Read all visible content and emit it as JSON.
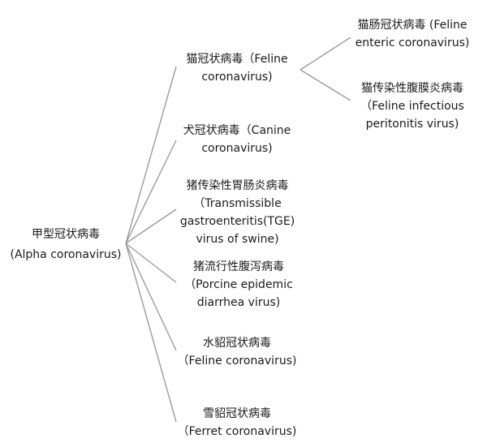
{
  "root": {
    "name": "甲型冠状病毒",
    "latin": "(Alpha coronavirus)"
  },
  "children": [
    {
      "line1": "猫冠状病毒（Feline",
      "line2": "coronavirus)"
    },
    {
      "line1": "犬冠状病毒（Canine",
      "line2": "coronavirus)"
    },
    {
      "line1": "猪传染性胃肠炎病毒",
      "line2": "（Transmissible",
      "line3": "gastroenteritis(TGE)",
      "line4": "virus of swine)"
    },
    {
      "line1": "猪流行性腹泻病毒",
      "line2": "（Porcine epidemic",
      "line3": "diarrhea virus)"
    },
    {
      "line1": "水貂冠状病毒",
      "line2": "（Feline coronavirus)"
    },
    {
      "line1": "雪貂冠状病毒",
      "line2": "（Ferret coronavirus)"
    }
  ],
  "grandchildren": [
    {
      "line1": "猫肠冠状病毒 (Feline",
      "line2": "enteric coronavirus)"
    },
    {
      "line1": "猫传染性腹膜炎病毒",
      "line2": "（Feline infectious",
      "line3": "peritonitis virus)"
    }
  ],
  "colors": {
    "connector": "#9b9b9b",
    "text": "#1a1a1a"
  }
}
